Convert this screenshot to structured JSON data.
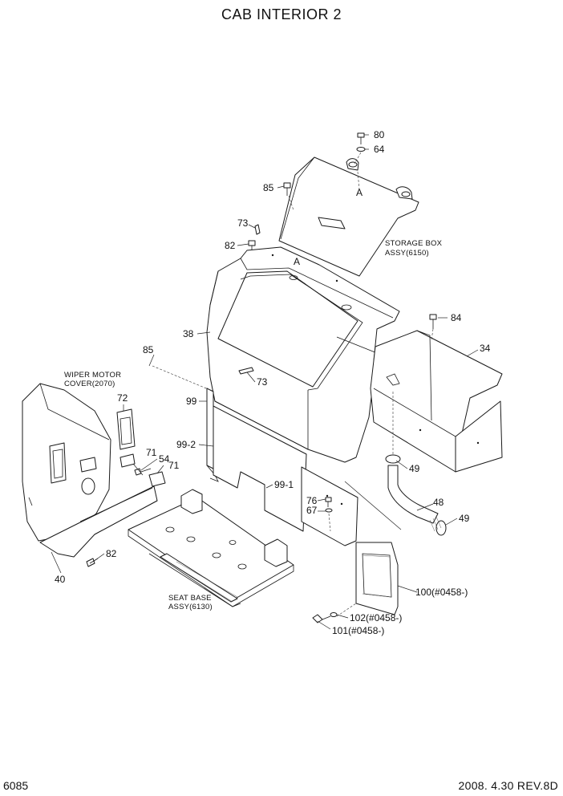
{
  "title": "CAB INTERIOR 2",
  "footer": {
    "page_number": "6085",
    "revision": "2008. 4.30  REV.8D"
  },
  "callouts": {
    "p80": "80",
    "p64": "64",
    "p85_top": "85",
    "ref_a_top": "A",
    "p73_top": "73",
    "p82_top": "82",
    "ref_a_panel": "A",
    "storage_box_line1": "STORAGE BOX",
    "storage_box_line2": "ASSY(6150)",
    "p84": "84",
    "p38": "38",
    "p34": "34",
    "p85_left": "85",
    "p73_mid": "73",
    "wiper_line1": "WIPER MOTOR",
    "wiper_line2": "COVER(2070)",
    "p72": "72",
    "p99": "99",
    "p99_2": "99-2",
    "p54": "54",
    "p71_a": "71",
    "p71_b": "71",
    "p49_a": "49",
    "p99_1": "99-1",
    "p76": "76",
    "p67": "67",
    "p48": "48",
    "p49_b": "49",
    "p82_bottom": "82",
    "p40": "40",
    "p100": "100(#0458-)",
    "seat_base_line1": "SEAT BASE",
    "seat_base_line2": "ASSY(6130)",
    "p102": "102(#0458-)",
    "p101": "101(#0458-)"
  }
}
